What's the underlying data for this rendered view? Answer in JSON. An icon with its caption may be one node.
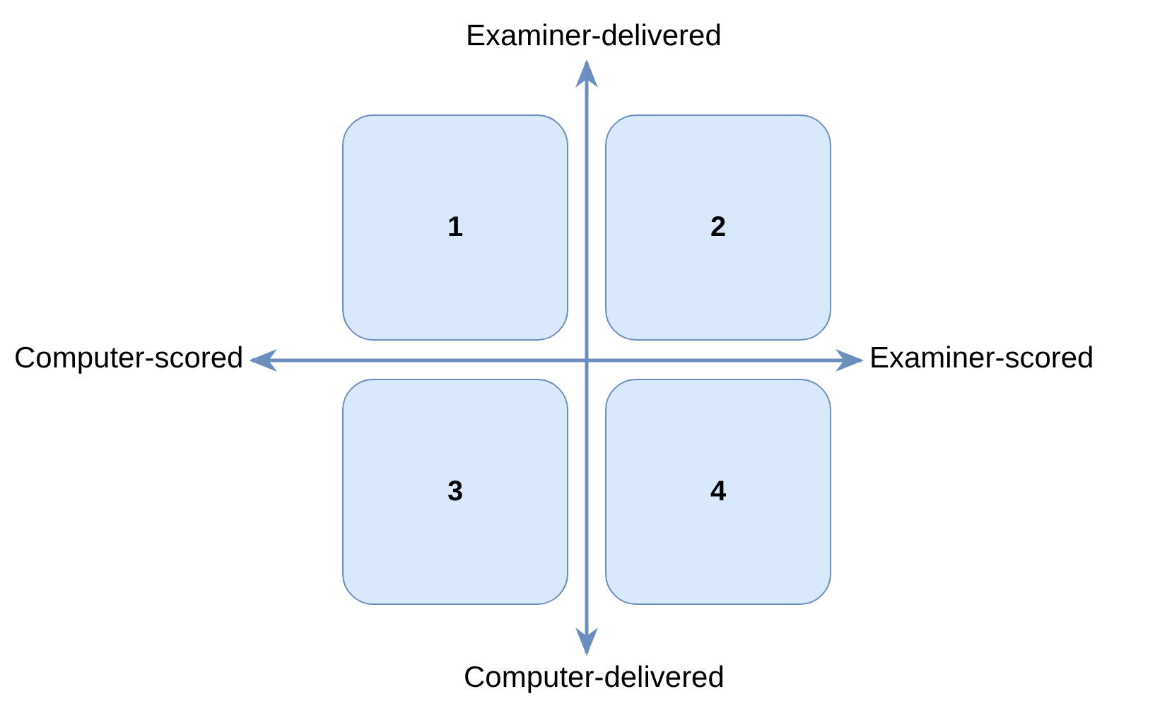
{
  "diagram": {
    "nodes": [
      {
        "text": [
          "Examiner-delivered"
        ]
      },
      {
        "text": [
          "1"
        ]
      },
      {
        "text": [
          "2"
        ]
      },
      {
        "text": [
          "Computer-scored"
        ]
      },
      {
        "text": [
          "Examiner-scored"
        ]
      },
      {
        "text": [
          "3"
        ]
      },
      {
        "text": [
          "4"
        ]
      },
      {
        "text": [
          "Computer-delivered"
        ]
      }
    ],
    "edges": [
      {
        "from": 7,
        "to": 0,
        "arrow": "both"
      },
      {
        "from": 3,
        "to": 4,
        "arrow": "both"
      }
    ]
  }
}
